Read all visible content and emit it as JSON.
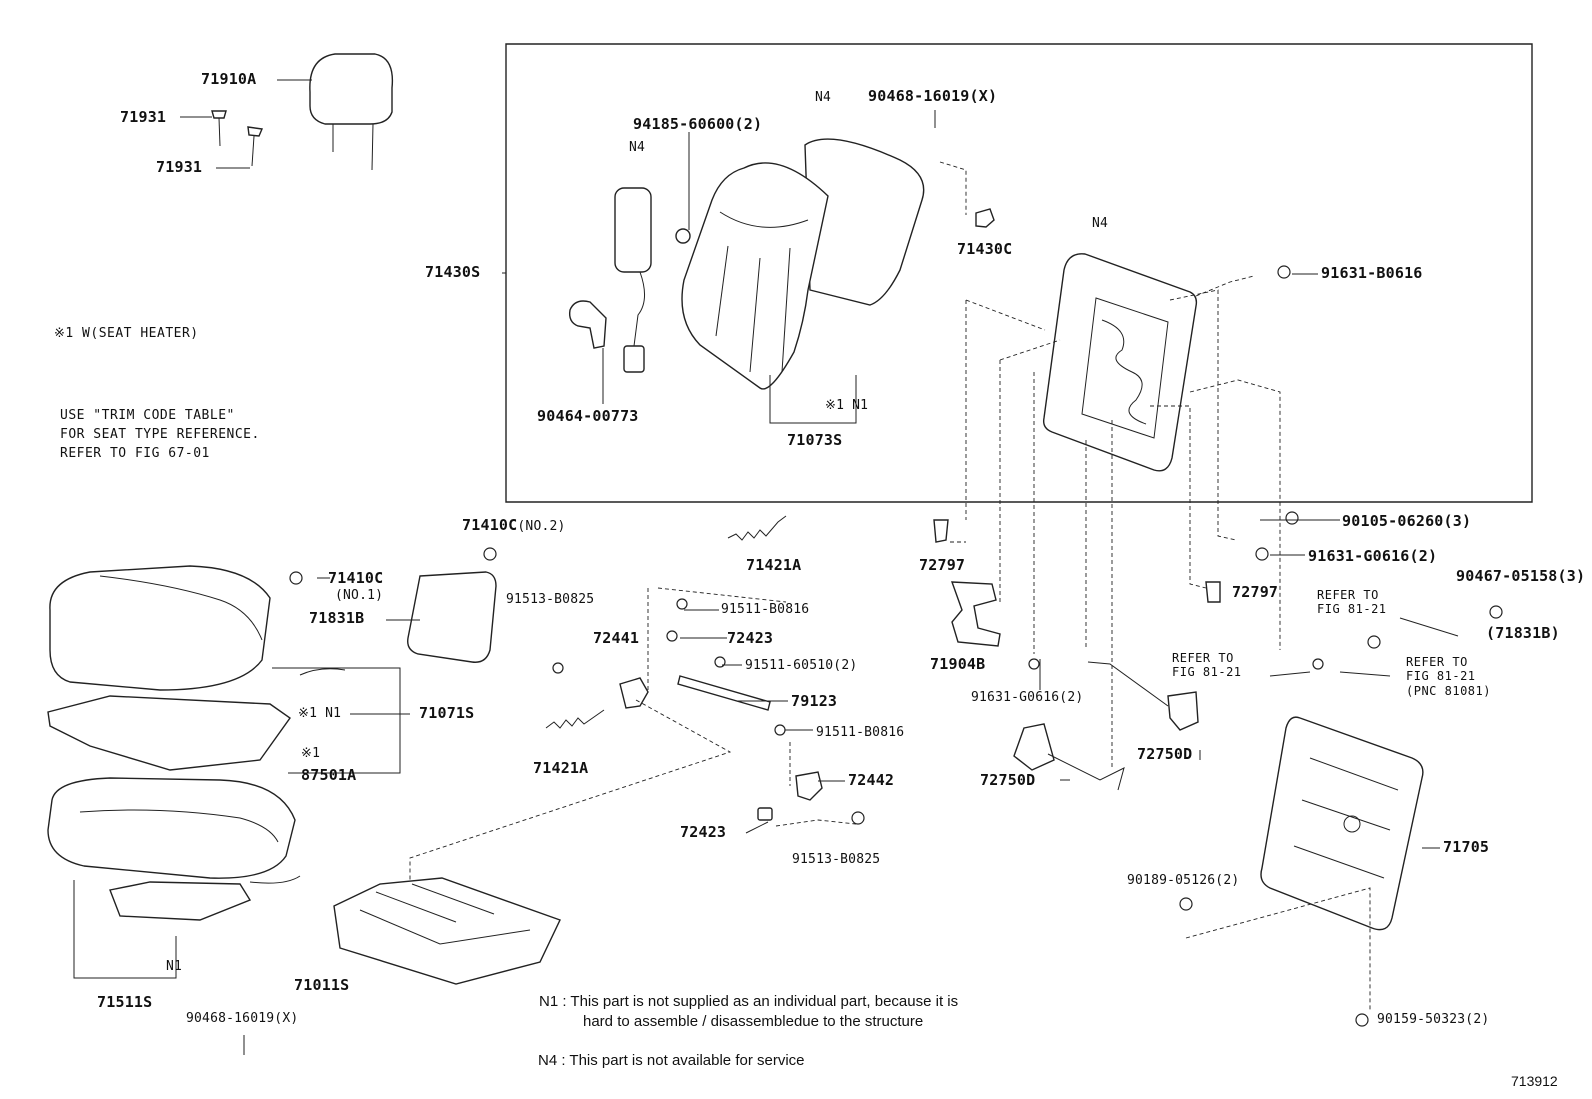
{
  "labels": {
    "p71910A": "71910A",
    "p71931a": "71931",
    "p71931b": "71931",
    "p94185": "94185-60600(2)",
    "n4_a": "N4",
    "n4_b": "N4",
    "n4_c": "N4",
    "p90468top": "90468-16019(X)",
    "p71430C": "71430C",
    "p71430S": "71430S",
    "p91631B": "91631-B0616",
    "p90464": "90464-00773",
    "p71073S": "71073S",
    "x1_n1_top": "※1 N1",
    "p71410C2": "71410C",
    "p71410C2_sub": "(NO.2)",
    "p71421A_top": "71421A",
    "p72797a": "72797",
    "p90105": "90105-06260(3)",
    "p91631G_a": "91631-G0616(2)",
    "p72797b": "72797",
    "p90467": "90467-05158(3)",
    "p71410C1": "71410C",
    "p71410C1_sub": "(NO.1)",
    "p71831B": "71831B",
    "p91513a": "91513-B0825",
    "p91511a": "91511-B0816",
    "p72441": "72441",
    "p72423a": "72423",
    "p91511_60510": "91511-60510(2)",
    "p79123": "79123",
    "p71904B": "71904B",
    "p91631G_b": "91631-G0616(2)",
    "p72750Da": "72750D",
    "p72750Db": "72750D",
    "p71831B_r": "(71831B)",
    "p71071S": "71071S",
    "x1_n1_mid": "※1 N1",
    "x1_mid": "※1",
    "p87501A": "87501A",
    "p71421A_bot": "71421A",
    "p91511b": "91511-B0816",
    "p72442": "72442",
    "p72423b": "72423",
    "p91513b": "91513-B0825",
    "p71705": "71705",
    "p90189": "90189-05126(2)",
    "n1_bot": "N1",
    "p71511S": "71511S",
    "p90468bot": "90468-16019(X)",
    "p71011S": "71011S",
    "p90159": "90159-50323(2)",
    "doc_id": "713912"
  },
  "refers": {
    "r1_l1": "REFER TO",
    "r1_l2": "FIG 81-21",
    "r2_l1": "REFER TO",
    "r2_l2": "FIG 81-21",
    "r3_l1": "REFER TO",
    "r3_l2": "FIG 81-21",
    "r3_l3": "(PNC 81081)"
  },
  "notes": {
    "seat_heater": "※1 W(SEAT HEATER)",
    "trim_l1": "USE \"TRIM CODE TABLE\"",
    "trim_l2": "FOR SEAT TYPE REFERENCE.",
    "trim_l3": "REFER TO FIG 67-01",
    "n1_l1": "N1 : This part is not supplied as an individual part, because it is",
    "n1_l2": "hard to assemble / disassembledue to the structure",
    "n4": "N4 : This part is not available for service"
  }
}
